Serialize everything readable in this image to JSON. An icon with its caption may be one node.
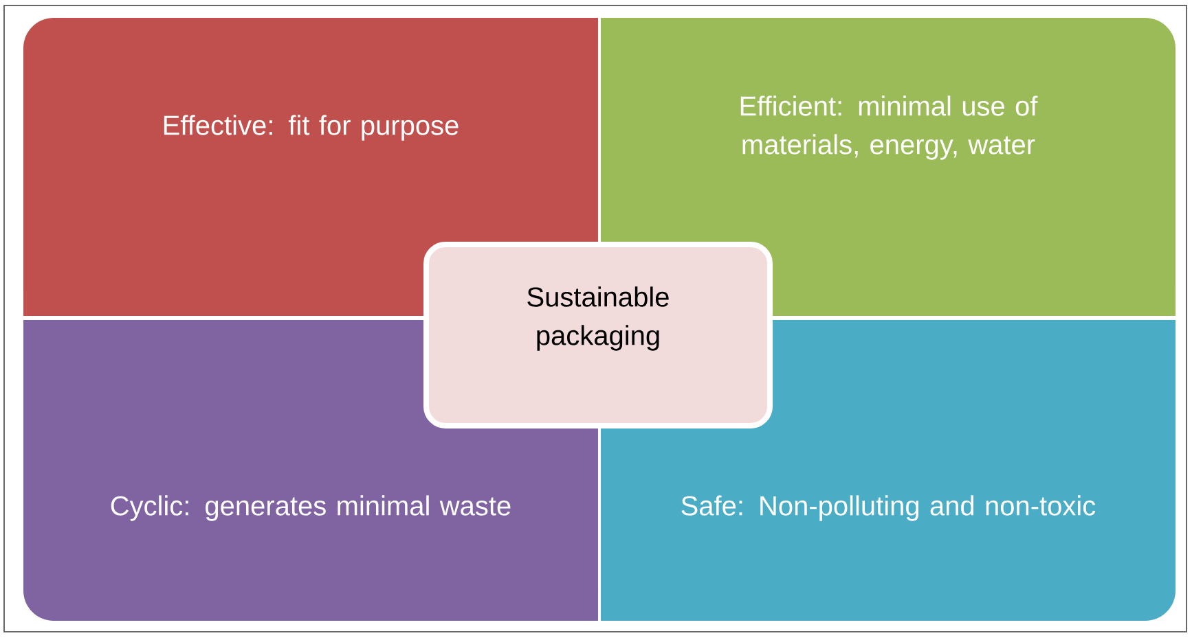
{
  "diagram": {
    "nodes": [
      {
        "text": [
          "Effective: fit for purpose"
        ]
      },
      {
        "text": [
          "Efficient: minimal use of materials, energy, water"
        ]
      },
      {
        "text": [
          "Cyclic: generates minimal waste"
        ]
      },
      {
        "text": [
          "Safe: Non-polluting and non-toxic"
        ]
      },
      {
        "text": [
          "Sustainable packaging"
        ]
      }
    ]
  }
}
